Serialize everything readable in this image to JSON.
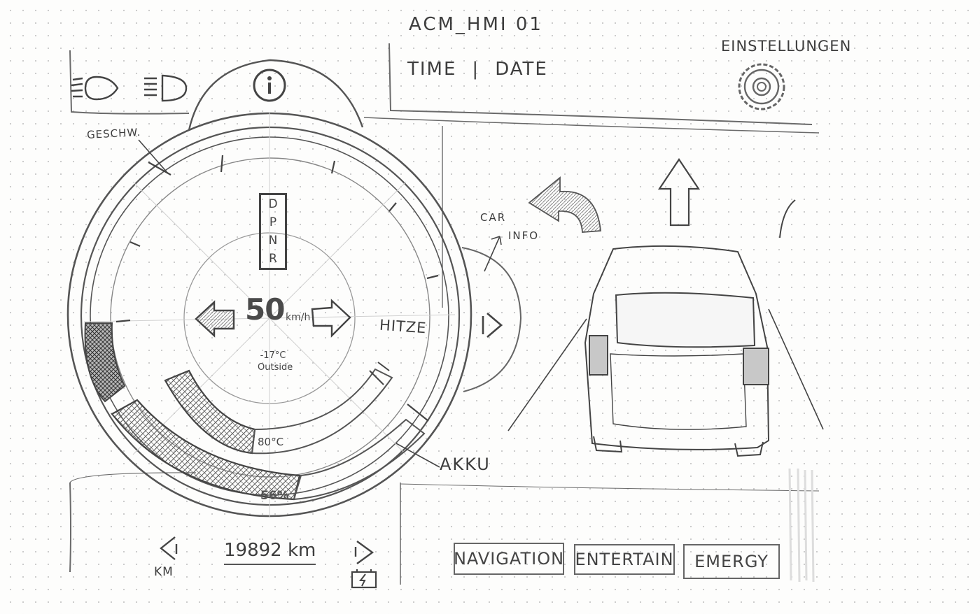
{
  "header": {
    "app_title": "ACM_HMI 01",
    "time_label": "TIME",
    "separator": "|",
    "date_label": "DATE",
    "settings_label": "EINSTELLUNGEN"
  },
  "icons": {
    "low_beam": "low-beam-headlight-icon",
    "high_beam": "high-beam-headlight-icon",
    "info": "info-icon",
    "settings": "gear-icon",
    "car_info": "chevron-right-icon",
    "turn_left": "turn-left-arrow-icon",
    "straight": "straight-arrow-icon",
    "battery": "battery-charge-icon"
  },
  "cluster": {
    "speed_gauge_label": "GESCHW.",
    "gears": [
      "D",
      "P",
      "N",
      "R"
    ],
    "speed_value": "50",
    "speed_unit": "km/h",
    "outside_temp": "-17°C",
    "outside_label": "Outside",
    "heat_label": "HITZE",
    "heat_temp": "80°C",
    "battery_label": "AKKU",
    "battery_percent": "56%",
    "battery_level": 0.56
  },
  "odometer": {
    "value": "19892 km",
    "unit_label": "KM",
    "prev": "<",
    "next": ">"
  },
  "car_info": {
    "label_line1": "CAR",
    "label_line2": "INFO"
  },
  "bottom_nav": {
    "navigation": "NAVIGATION",
    "entertain": "ENTERTAIN",
    "energy": "EMERGY"
  }
}
